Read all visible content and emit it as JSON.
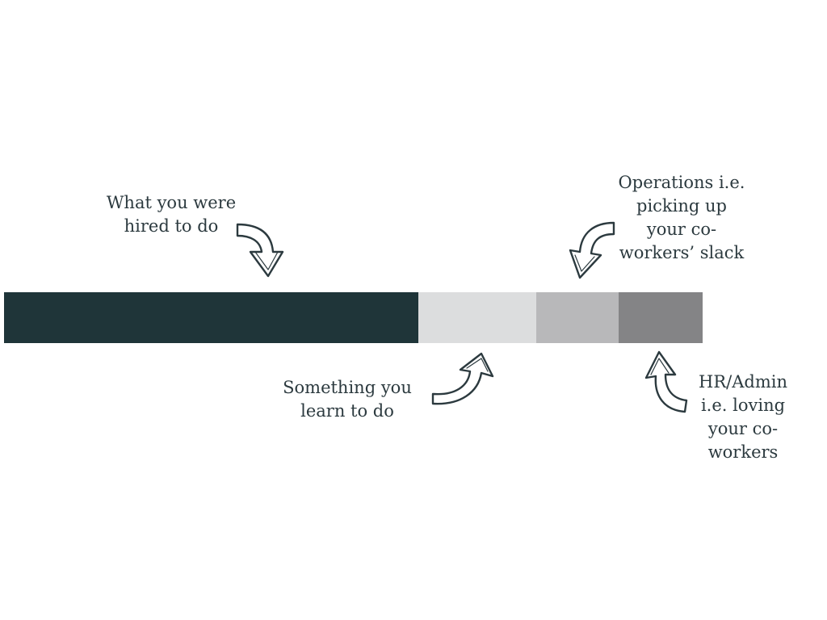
{
  "segments": [
    {
      "label": "What you were hired to do",
      "color": "#1f3539"
    },
    {
      "label": "Something you learn to do",
      "color": "#dcddde"
    },
    {
      "label": "Operations i.e. picking up your co-workers' slack",
      "color": "#b8b8ba"
    },
    {
      "label": "HR/Admin i.e. loving your co-workers",
      "color": "#848486"
    }
  ],
  "labels": {
    "hired": [
      "What you were",
      "hired to do"
    ],
    "learn": [
      "Something you",
      "learn to do"
    ],
    "operations": [
      "Operations i.e.",
      "picking up",
      "your co-",
      "workers’ slack"
    ],
    "hr_admin": [
      "HR/Admin",
      "i.e. loving",
      "your co-",
      "workers"
    ]
  },
  "icons": {
    "hired_arrow": "curved-arrow-down-icon",
    "learn_arrow": "curved-arrow-up-icon",
    "operations_arrow": "curved-arrow-down-left-icon",
    "hr_arrow": "curved-arrow-up-left-icon"
  }
}
